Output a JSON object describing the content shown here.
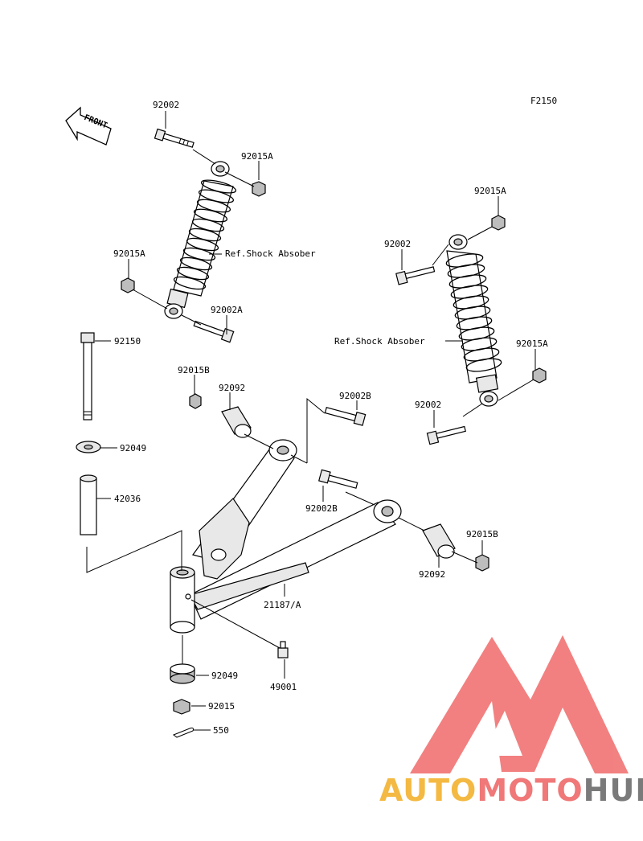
{
  "diagram_code": "F2150",
  "front_label": "FRONT",
  "labels": {
    "bolt_upper_left": "92002",
    "nut_upper_left": "92015A",
    "shock_left_ref": "Ref.Shock Absober",
    "nut_left_mid": "92015A",
    "bolt_left_lower": "92002A",
    "pivot_bolt": "92150",
    "nut_small_left": "92015B",
    "bushing_upper": "92092",
    "bolt_b_upper": "92002B",
    "washer_upper": "92049",
    "collar": "42036",
    "bolt_b_lower": "92002B",
    "nut_b_right": "92015B",
    "bushing_lower": "92092",
    "arm": "21187/A",
    "grease_nipple": "49001",
    "seal_lower": "92049",
    "nut_lower": "92015",
    "cotter_pin": "550",
    "nut_upper_right": "92015A",
    "bolt_upper_right": "92002",
    "shock_right_ref": "Ref.Shock Absober",
    "nut_right_mid": "92015A",
    "bolt_right_lower": "92002"
  },
  "watermark": {
    "part1": "AUTO",
    "part2": "MOTO",
    "part3": "HUB",
    "colors": {
      "auto": "#f4b942",
      "moto": "#f07878",
      "hub": "#7a7a7a",
      "logo": "#f06b6b"
    }
  }
}
